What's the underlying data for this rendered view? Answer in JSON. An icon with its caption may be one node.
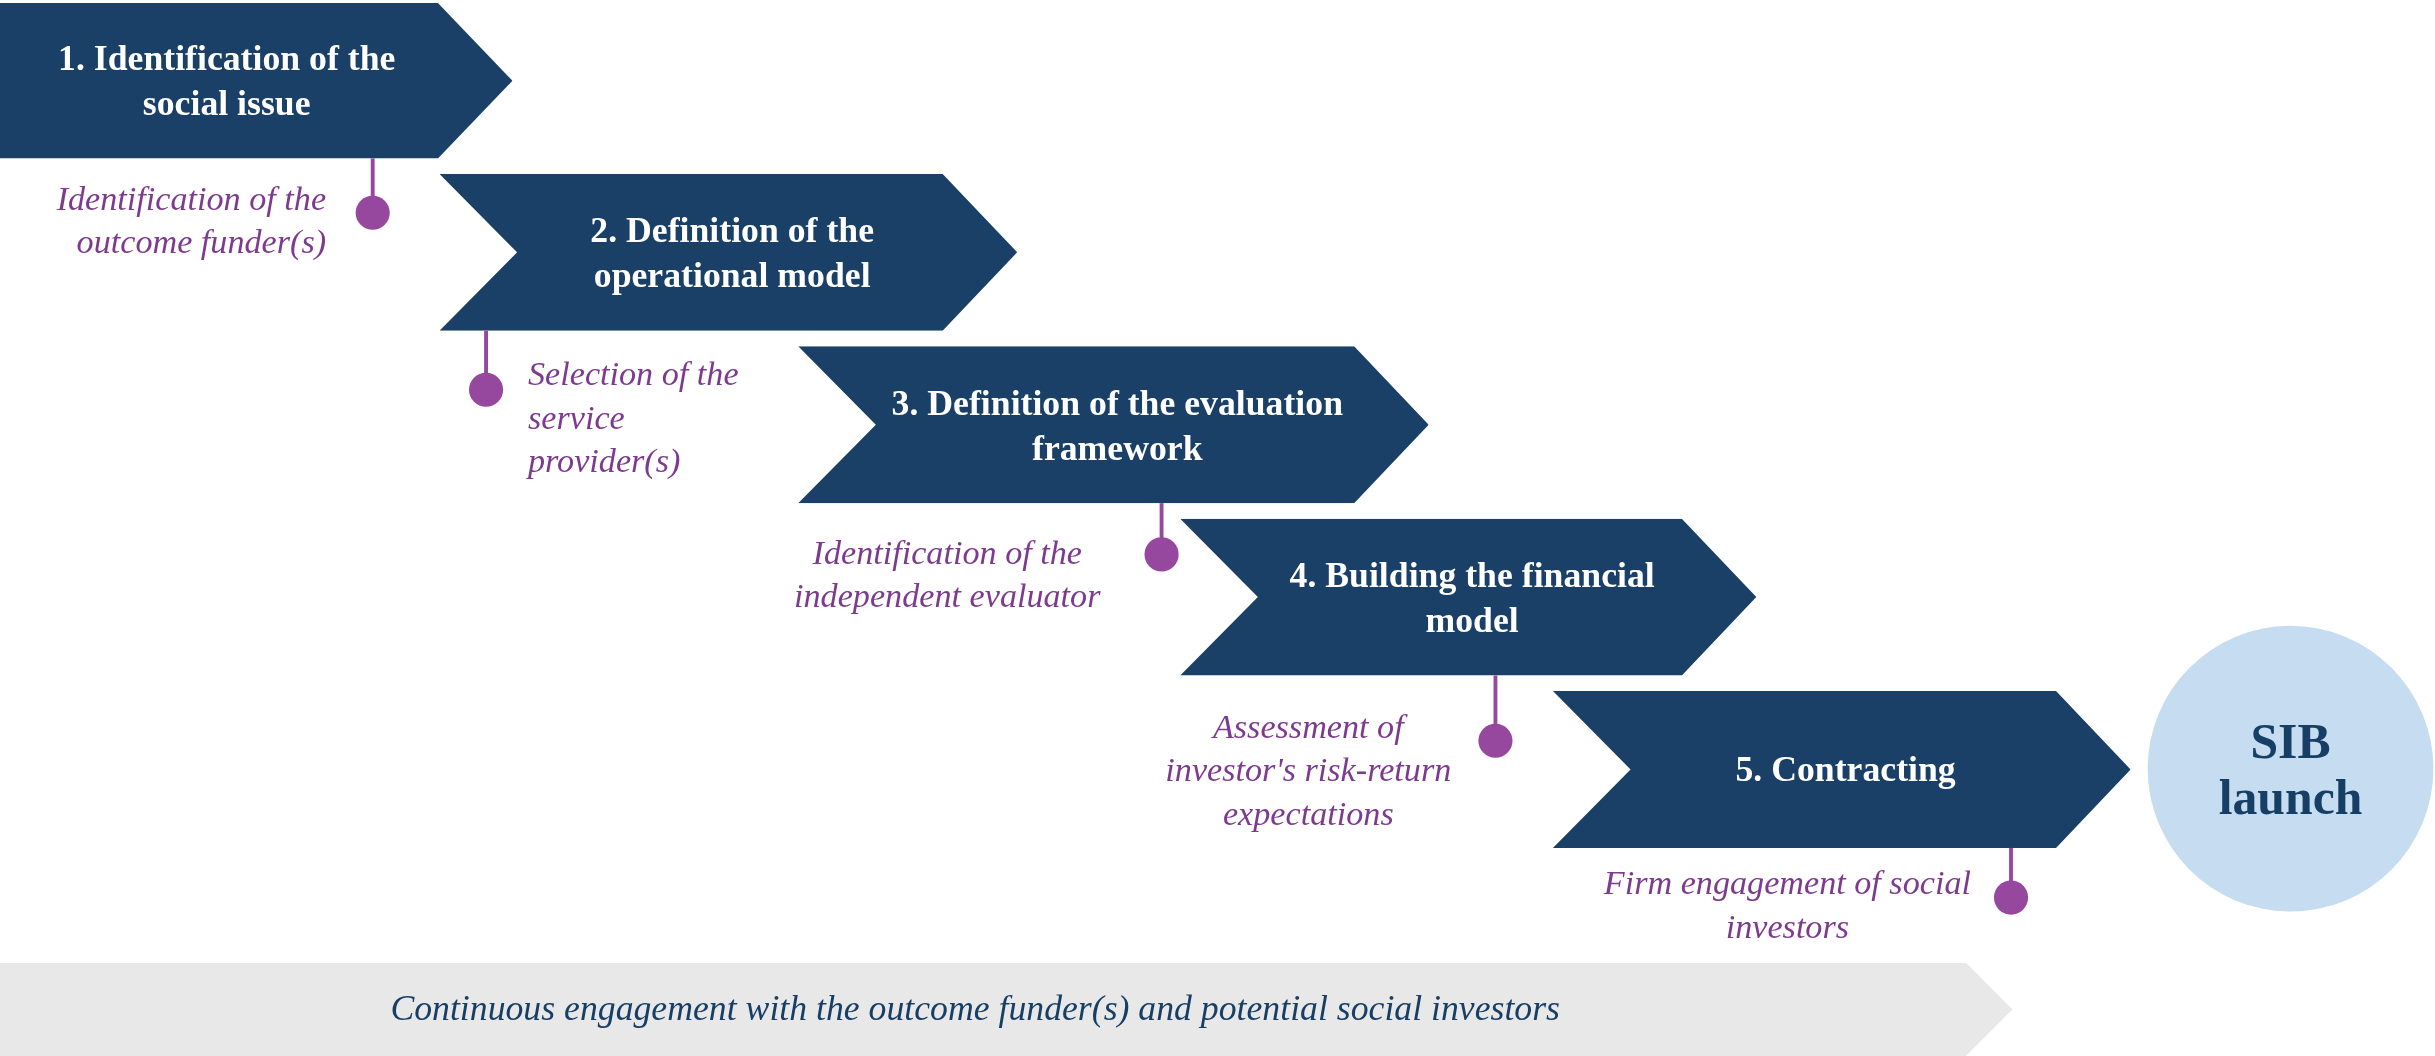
{
  "diagram": {
    "nodes": [
      {
        "text": [
          "1. Identification of the social issue"
        ]
      },
      {
        "text": [
          "Identification of the outcome funder(s)"
        ]
      },
      {
        "text": [
          "2. Definition of the operational model"
        ]
      },
      {
        "text": [
          "Selection of the service provider(s)"
        ]
      },
      {
        "text": [
          "3. Definition of the evaluation framework"
        ]
      },
      {
        "text": [
          "Identification of the independent evaluator"
        ]
      },
      {
        "text": [
          "4. Building the financial model"
        ]
      },
      {
        "text": [
          "Assessment of investor's risk-return expectations"
        ]
      },
      {
        "text": [
          "5. Contracting"
        ]
      },
      {
        "text": [
          "Firm engagement of social investors"
        ]
      },
      {
        "text": [
          "SIB launch"
        ]
      },
      {
        "text": [
          "Continuous engagement with the outcome funder(s) and potential social investors"
        ]
      }
    ],
    "edges": [
      {
        "from": 1,
        "to": 0,
        "arrow": "other"
      },
      {
        "from": 3,
        "to": 2,
        "arrow": "other"
      },
      {
        "from": 5,
        "to": 4,
        "arrow": "other"
      },
      {
        "from": 7,
        "to": 6,
        "arrow": "other"
      },
      {
        "from": 9,
        "to": 8,
        "arrow": "other"
      }
    ]
  }
}
